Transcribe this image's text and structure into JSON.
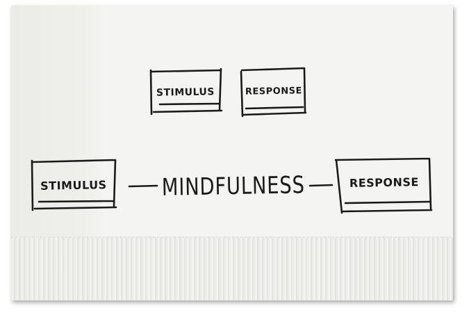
{
  "diagram": {
    "top_row": {
      "stimulus_label": "STIMULUS",
      "response_label": "RESPONSE"
    },
    "bottom_row": {
      "stimulus_label": "STIMULUS",
      "middle_label": "MINDFULNESS",
      "response_label": "RESPONSE"
    },
    "ink_color": "#1a1a1a",
    "napkin_color": "#f4f4f2"
  }
}
